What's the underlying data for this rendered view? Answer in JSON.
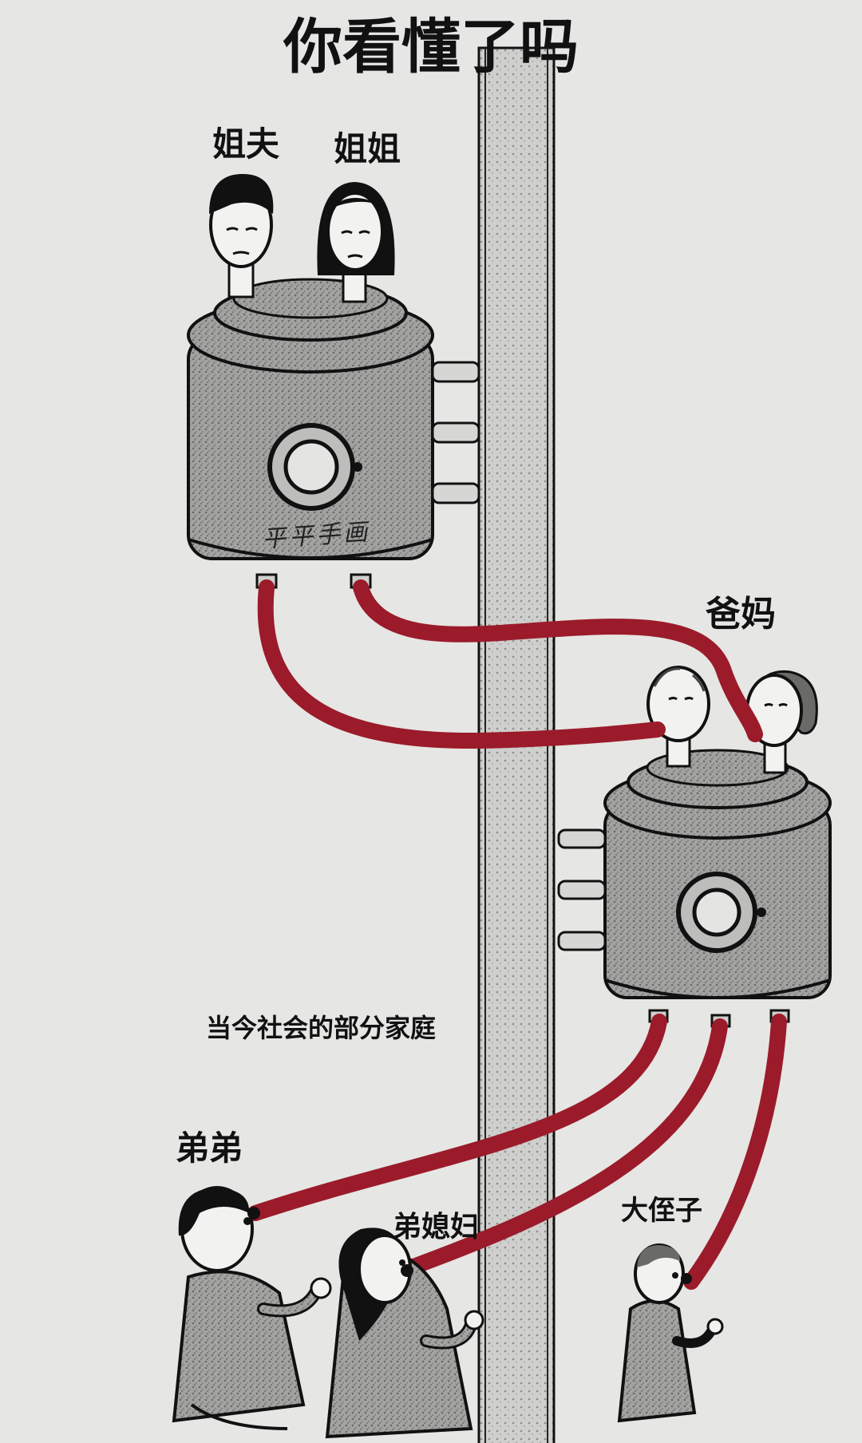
{
  "title": "你看懂了吗",
  "labels": {
    "jiefu": "姐夫",
    "jiejie": "姐姐",
    "bama": "爸妈",
    "caption": "当今社会的部分家庭",
    "didi": "弟弟",
    "dixifu": "弟媳妇",
    "zhizi": "大侄子"
  },
  "signature": "平平手画",
  "colors": {
    "background": "#e6e6e4",
    "pipe": "#9b1b2a",
    "tank": "#9a9a98",
    "ink": "#111111"
  }
}
